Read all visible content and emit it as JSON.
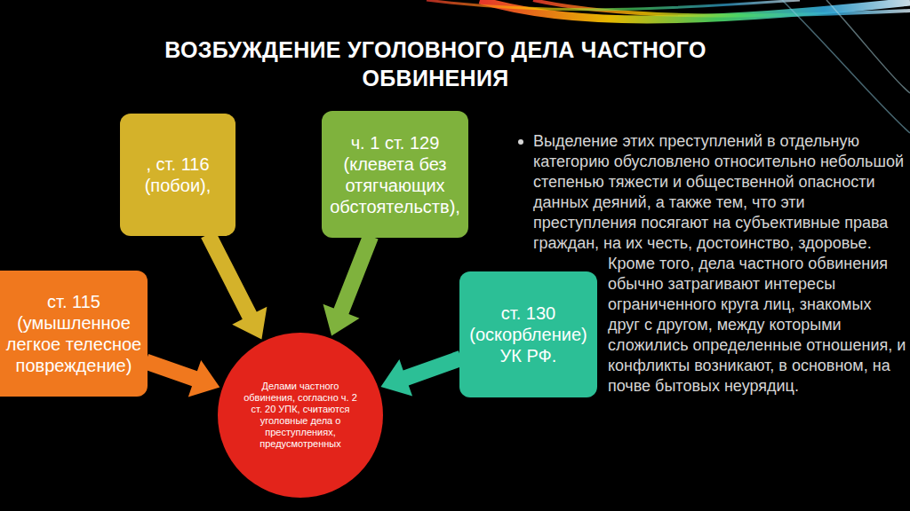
{
  "diagram": {
    "title": "ВОЗБУЖДЕНИЕ УГОЛОВНОГО ДЕЛА ЧАСТНОГО ОБВИНЕНИЯ",
    "nodes": [
      {
        "text": [
          ", ст. 116 (побои),"
        ]
      },
      {
        "text": [
          "ч. 1 ст. 129 (клевета без отягчающих обстоятельств),"
        ]
      },
      {
        "text": [
          "ст. 115 (умышленное легкое телесное повреждение)"
        ]
      },
      {
        "text": [
          "ст. 130 (оскорбление) УК РФ."
        ]
      },
      {
        "text": [
          "Делами частного обвинения, согласно ч. 2 ст. 20 УПК, считаются уголовные дела о преступлениях, предусмотренных"
        ]
      }
    ],
    "edges": [
      {
        "from": 0,
        "to": 4,
        "arrow": "to"
      },
      {
        "from": 1,
        "to": 4,
        "arrow": "to"
      },
      {
        "from": 2,
        "to": 4,
        "arrow": "to"
      },
      {
        "from": 3,
        "to": 4,
        "arrow": "to"
      }
    ],
    "labels": [
      "Выделение этих преступлений в отдельную категорию обусловлено относительно небольшой степенью тяжести и общественной опасности данных деяний, а также тем, что эти преступления посягают на субъективные права граждан, на их честь, достоинство, здоровье. Кроме того, дела частного обвинения обычно затрагивают интересы ограниченного круга лиц, знакомых друг с другом, между которыми сложились определенные отношения, и конфликты возникают, в основном, на почве бытовых неурядиц."
    ]
  }
}
